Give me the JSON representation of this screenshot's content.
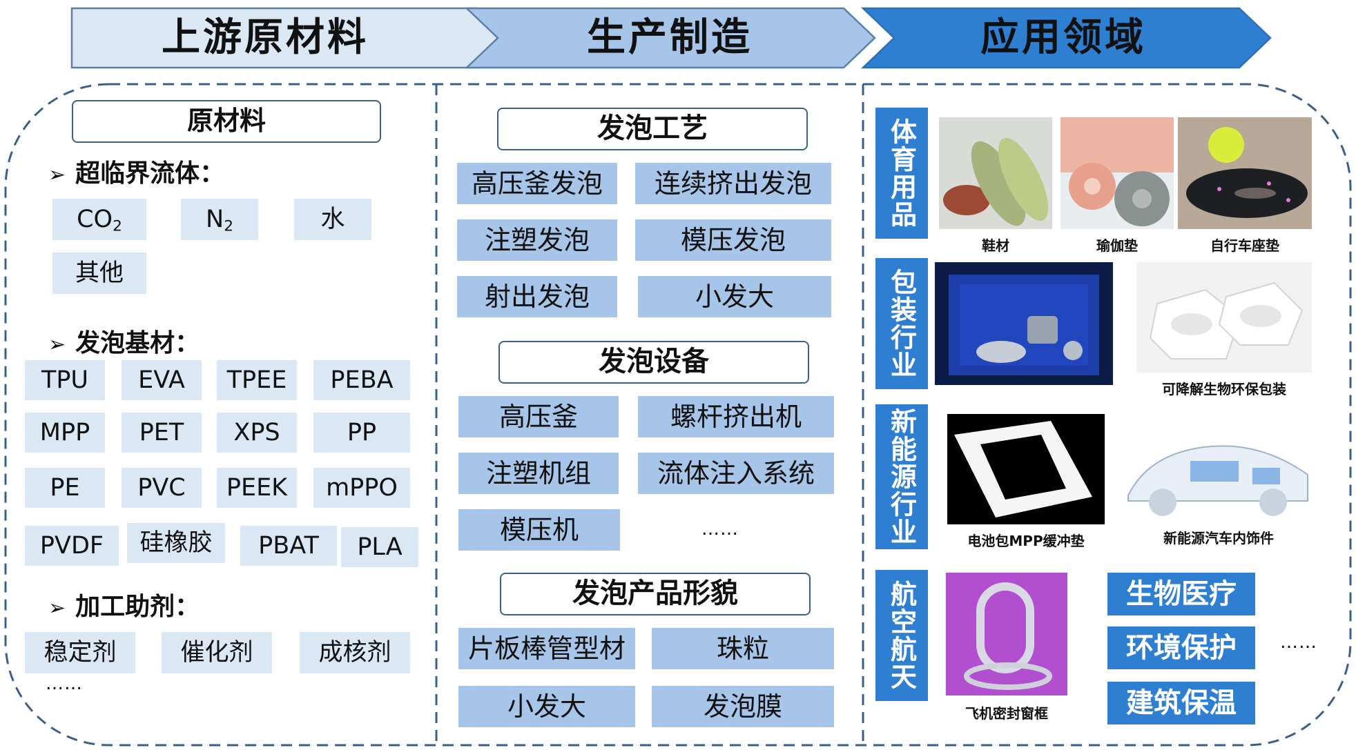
{
  "header": {
    "stage1": "上游原材料",
    "stage2": "生产制造",
    "stage3": "应用领域"
  },
  "raw": {
    "title": "原材料",
    "section1": "超临界流体：",
    "fluids": {
      "co_main": "CO",
      "co_sub": "2",
      "n_main": "N",
      "n_sub": "2",
      "water": "水",
      "other": "其他"
    },
    "section2": "发泡基材：",
    "substrates": [
      "TPU",
      "EVA",
      "TPEE",
      "PEBA",
      "MPP",
      "PET",
      "XPS",
      "PP",
      "PE",
      "PVC",
      "PEEK",
      "mPPO",
      "PVDF",
      "硅橡胶",
      "PBAT",
      "PLA"
    ],
    "section3": "加工助剂：",
    "additives": [
      "稳定剂",
      "催化剂",
      "成核剂"
    ],
    "more": "……"
  },
  "manufacturing": {
    "process_title": "发泡工艺",
    "processes": [
      "高压釜发泡",
      "连续挤出发泡",
      "注塑发泡",
      "模压发泡",
      "射出发泡",
      "小发大"
    ],
    "equipment_title": "发泡设备",
    "equipment": [
      "高压釜",
      "螺杆挤出机",
      "注塑机组",
      "流体注入系统",
      "模压机"
    ],
    "equipment_more": "……",
    "product_title": "发泡产品形貌",
    "products": [
      "片板棒管型材",
      "珠粒",
      "小发大",
      "发泡膜"
    ]
  },
  "application": {
    "sports": {
      "label": "体育用品",
      "captions": [
        "鞋材",
        "瑜伽垫",
        "自行车座垫"
      ]
    },
    "packaging": {
      "label": "包装行业",
      "captions": [
        "可降解生物环保包装"
      ]
    },
    "newenergy": {
      "label": "新能源行业",
      "captions": [
        "电池包MPP缓冲垫",
        "新能源汽车内饰件"
      ]
    },
    "aero": {
      "label": "航空航天",
      "captions": [
        "飞机密封窗框"
      ]
    },
    "others": [
      "生物医疗",
      "环境保护",
      "建筑保温"
    ],
    "more": "……"
  },
  "colors": {
    "chev1": "#dce7f4",
    "chev2": "#a7c5e8",
    "chev3": "#2e7fd1",
    "tile_light": "#dce7f4",
    "tile_mid": "#a7c5e8",
    "tile_dark": "#2e7fd1",
    "border": "#3a5f8a"
  }
}
